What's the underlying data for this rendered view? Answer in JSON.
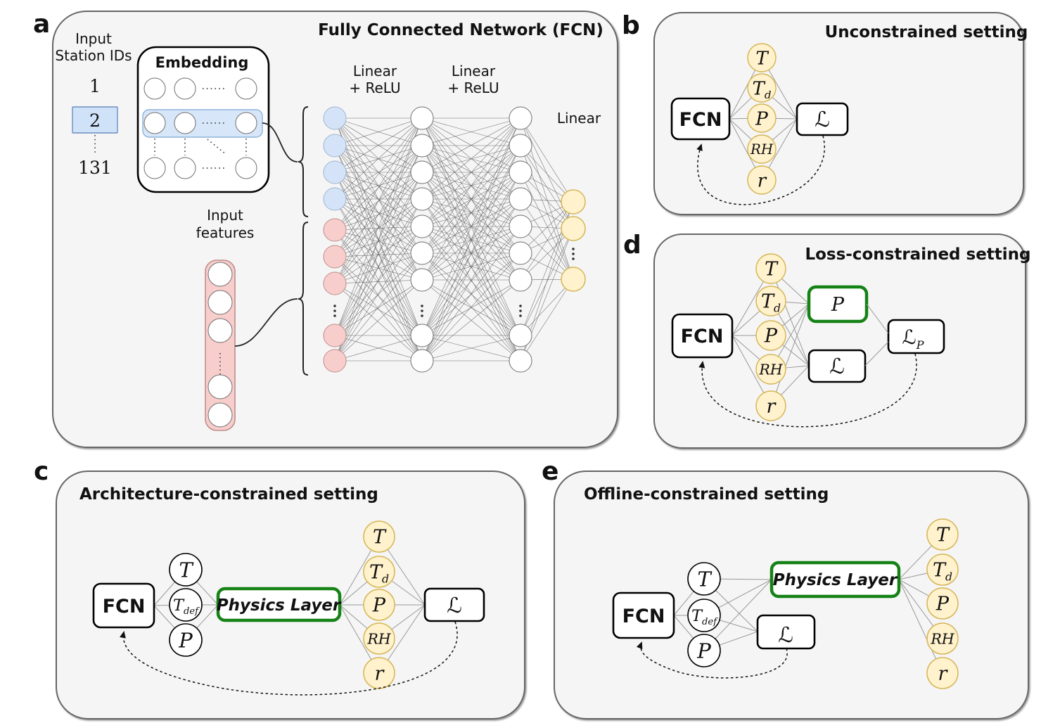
{
  "colors": {
    "panel_fill": "#f5f5f5",
    "panel_border": "#666666",
    "box_fill": "#ffffff",
    "box_border": "#000000",
    "green_border": "#158215",
    "yellow_fill": "#fff2cc",
    "yellow_border": "#d6b656",
    "blue_fill": "#d4e3f8",
    "blue_border": "#9fb4cf",
    "pink_fill": "#f8cecc",
    "pink_border": "#bf8d8a",
    "highlight_fill": "#d7e7f9",
    "highlight_border": "#8fb1d9",
    "id_box_fill": "#cfe2f8",
    "id_box_border": "#6c8ebf",
    "net_line": "#6e6e6e",
    "fan_line": "#999999"
  },
  "panel_a": {
    "label": "a",
    "title": "Fully Connected Network (FCN)",
    "station_ids": {
      "heading_line1": "Input",
      "heading_line2": "Station IDs",
      "first": "1",
      "selected": "2",
      "last": "131"
    },
    "embedding": {
      "title": "Embedding"
    },
    "input_features": {
      "line1": "Input",
      "line2": "features"
    },
    "layer_labels": {
      "hidden1_line1": "Linear",
      "hidden1_line2": "+ ReLU",
      "hidden2_line1": "Linear",
      "hidden2_line2": "+ ReLU",
      "output": "Linear"
    }
  },
  "panel_b": {
    "label": "b",
    "title": "Unconstrained setting",
    "fcn": "FCN",
    "loss": "ℒ"
  },
  "panel_c": {
    "label": "c",
    "title": "Architecture-constrained setting",
    "fcn": "FCN",
    "physics": "Physics Layer",
    "loss": "ℒ"
  },
  "panel_d": {
    "label": "d",
    "title": "Loss-constrained setting",
    "fcn": "FCN",
    "physics_op": {
      "base": "P"
    },
    "loss": "ℒ",
    "loss_p": {
      "base": "ℒ",
      "sub": "P"
    }
  },
  "panel_e": {
    "label": "e",
    "title": "Offline-constrained setting",
    "fcn": "FCN",
    "physics": "Physics Layer",
    "loss": "ℒ"
  },
  "variables": {
    "outputs": [
      {
        "base": "T"
      },
      {
        "base": "T",
        "sub": "d"
      },
      {
        "base": "P"
      },
      {
        "base": "RH"
      },
      {
        "base": "r"
      }
    ],
    "fcn_outputs": [
      {
        "base": "T"
      },
      {
        "base": "T",
        "sub": "def"
      },
      {
        "base": "P"
      }
    ]
  }
}
